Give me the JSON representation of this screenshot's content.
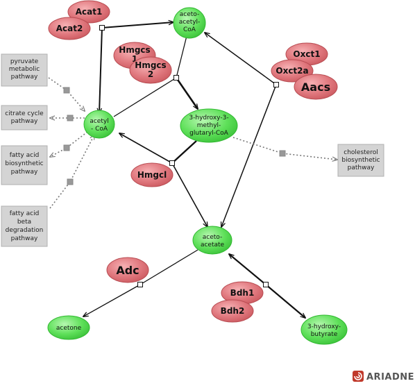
{
  "metabolites": {
    "acetoacetylcoa": [
      "aceto-",
      "acetyl-",
      "CoA"
    ],
    "acetylcoa": [
      "acetyl",
      "- CoA"
    ],
    "hmgcoa": [
      "3-hydroxy-3-",
      "methyl-",
      "glutaryl-CoA"
    ],
    "acetoacetate": [
      "aceto-",
      "acetate"
    ],
    "acetone": [
      "acetone"
    ],
    "hydroxybutyrate": [
      "3-hydroxy-",
      "butyrate"
    ]
  },
  "enzymes": {
    "acat1": [
      "Acat1"
    ],
    "acat2": [
      "Acat2"
    ],
    "hmgcs1": [
      "Hmgcs",
      "1"
    ],
    "hmgcs2": [
      "Hmgcs",
      "2"
    ],
    "oxct1": [
      "Oxct1"
    ],
    "oxct2a": [
      "Oxct2a"
    ],
    "aacs": [
      "Aacs"
    ],
    "hmgcl": [
      "Hmgcl"
    ],
    "adc": [
      "Adc"
    ],
    "bdh1": [
      "Bdh1"
    ],
    "bdh2": [
      "Bdh2"
    ]
  },
  "pathways": {
    "pyruvate": [
      "pyruvate",
      "metabolic",
      "pathway"
    ],
    "citrate": [
      "citrate cycle",
      "pathway"
    ],
    "fattysynth": [
      "fatty acid",
      "biosynthetic",
      "pathway"
    ],
    "fattydegr": [
      "fatty acid",
      "beta",
      "degradation",
      "pathway"
    ],
    "cholesterol": [
      "cholesterol",
      "biosynthetic",
      "pathway"
    ]
  },
  "brand": {
    "name": "ARIADNE"
  },
  "colors": {
    "metabolite_fill": "#5fe05a",
    "metabolite_stroke": "#30b830",
    "enzyme_fill": "#e0787e",
    "enzyme_stroke": "#b84c52",
    "pathway_fill": "#d4d4d4",
    "pathway_stroke": "#b0b0b0",
    "brand_accent": "#c0392b"
  }
}
